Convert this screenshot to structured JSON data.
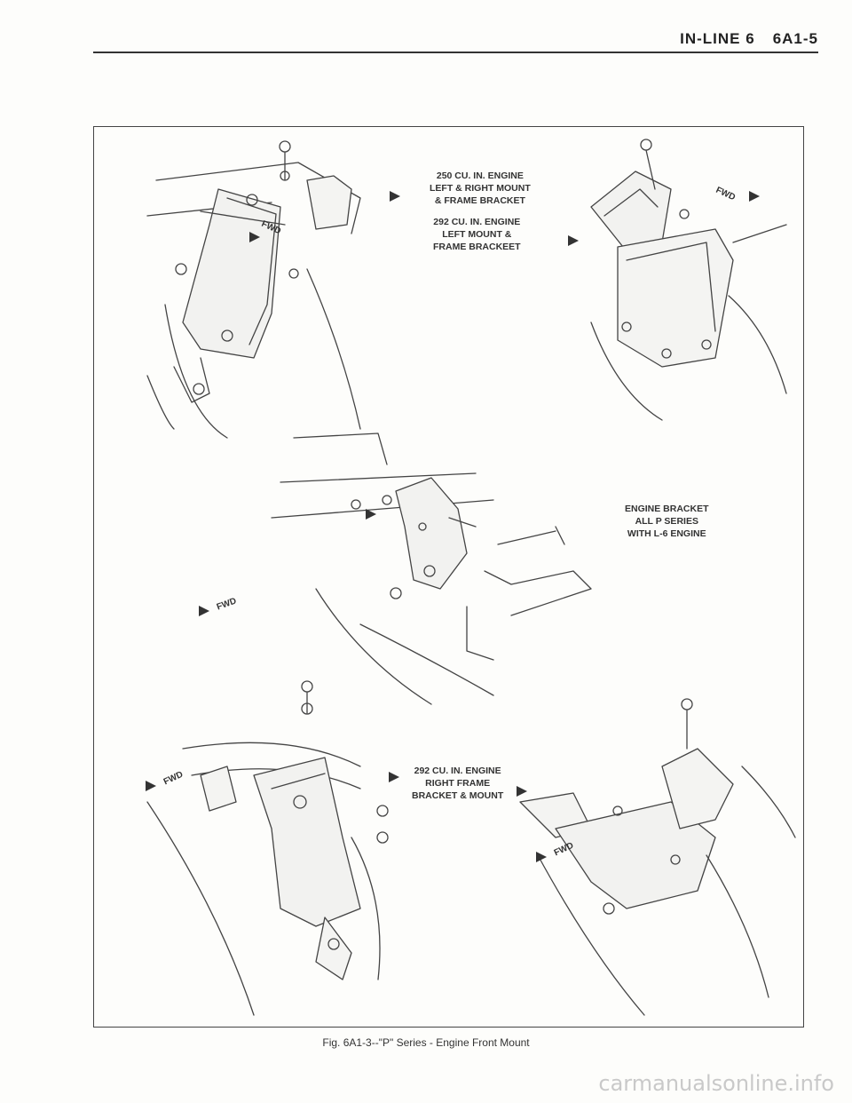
{
  "header": {
    "section": "IN-LINE 6",
    "page": "6A1-5"
  },
  "callouts": {
    "c250": [
      "250 CU. IN. ENGINE",
      "LEFT & RIGHT MOUNT",
      "& FRAME BRACKET"
    ],
    "c292_left": [
      "292 CU. IN. ENGINE",
      "LEFT MOUNT &",
      "FRAME BRACKEET"
    ],
    "engine_bracket": [
      "ENGINE BRACKET",
      "ALL P SERIES",
      "WITH L-6 ENGINE"
    ],
    "c292_right": [
      "292 CU. IN. ENGINE",
      "RIGHT FRAME",
      "BRACKET & MOUNT"
    ]
  },
  "fwd_label": "FWD",
  "caption": "Fig. 6A1-3--\"P\" Series - Engine Front Mount",
  "watermark": "carmanualsonline.info"
}
